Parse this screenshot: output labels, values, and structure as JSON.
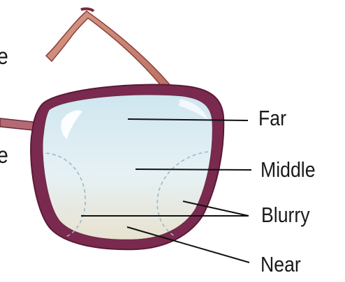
{
  "labels": {
    "far": "Far",
    "middle": "Middle",
    "blurry": "Blurry",
    "near": "Near"
  },
  "cropped_left_labels": [
    "e",
    "e"
  ],
  "colors": {
    "frame": "#7a2a4e",
    "frame_highlight": "#a84a70",
    "temple_arm": "#c87a6a",
    "lens_top": "#d8ecf3",
    "lens_bottom": "#e4e0d2",
    "leader_line": "#111111",
    "zone_dash": "#9ab8c8"
  }
}
